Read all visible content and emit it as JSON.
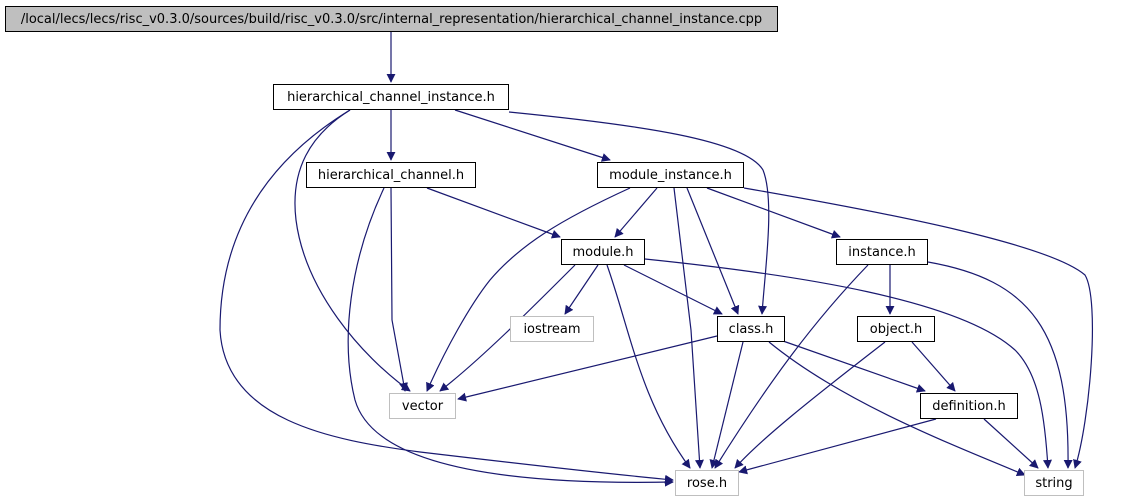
{
  "colors": {
    "edge": "#191970",
    "root_fill": "#bfbfbf",
    "internal_border": "#000000",
    "external_border": "#bfbfbf"
  },
  "nodes": {
    "root": "/local/lecs/lecs/risc_v0.3.0/sources/build/risc_v0.3.0/src/internal_representation/hierarchical_channel_instance.cpp",
    "hci_h": "hierarchical_channel_instance.h",
    "hc_h": "hierarchical_channel.h",
    "mi_h": "module_instance.h",
    "module_h": "module.h",
    "instance_h": "instance.h",
    "iostream": "iostream",
    "class_h": "class.h",
    "object_h": "object.h",
    "vector": "vector",
    "definition_h": "definition.h",
    "rose_h": "rose.h",
    "string": "string"
  },
  "edges": [
    [
      "root",
      "hci_h"
    ],
    [
      "hci_h",
      "hc_h"
    ],
    [
      "hci_h",
      "mi_h"
    ],
    [
      "hci_h",
      "class_h"
    ],
    [
      "hci_h",
      "vector"
    ],
    [
      "hci_h",
      "rose_h"
    ],
    [
      "hc_h",
      "module_h"
    ],
    [
      "hc_h",
      "vector"
    ],
    [
      "hc_h",
      "rose_h"
    ],
    [
      "mi_h",
      "module_h"
    ],
    [
      "mi_h",
      "instance_h"
    ],
    [
      "mi_h",
      "class_h"
    ],
    [
      "mi_h",
      "vector"
    ],
    [
      "mi_h",
      "rose_h"
    ],
    [
      "mi_h",
      "string"
    ],
    [
      "module_h",
      "iostream"
    ],
    [
      "module_h",
      "class_h"
    ],
    [
      "module_h",
      "vector"
    ],
    [
      "module_h",
      "rose_h"
    ],
    [
      "module_h",
      "string"
    ],
    [
      "instance_h",
      "object_h"
    ],
    [
      "instance_h",
      "rose_h"
    ],
    [
      "instance_h",
      "string"
    ],
    [
      "class_h",
      "vector"
    ],
    [
      "class_h",
      "definition_h"
    ],
    [
      "class_h",
      "rose_h"
    ],
    [
      "class_h",
      "string"
    ],
    [
      "object_h",
      "definition_h"
    ],
    [
      "object_h",
      "rose_h"
    ],
    [
      "definition_h",
      "rose_h"
    ],
    [
      "definition_h",
      "string"
    ]
  ]
}
